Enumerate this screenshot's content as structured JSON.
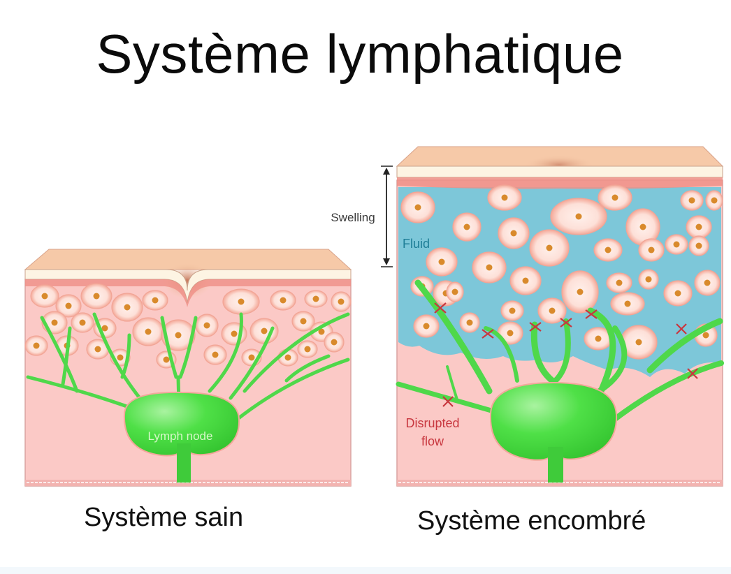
{
  "title": "Système lymphatique",
  "panels": {
    "healthy": {
      "caption": "Système sain",
      "lymph_node_label": "Lymph node"
    },
    "congested": {
      "caption": "Système encombré",
      "swelling_label": "Swelling",
      "fluid_label": "Fluid",
      "disrupted_label_line1": "Disrupted",
      "disrupted_label_line2": "flow"
    }
  },
  "colors": {
    "skin_top": "#f6c9a8",
    "epidermis": "#fdf4e3",
    "dermis": "#fbc9c6",
    "cell_fill": "#fde2dc",
    "cell_ring": "#f2a596",
    "nucleus": "#d98a2c",
    "lymph_green": "#4fd84a",
    "fluid_blue": "#66c7dc",
    "disrupted_red": "#c8373f"
  }
}
